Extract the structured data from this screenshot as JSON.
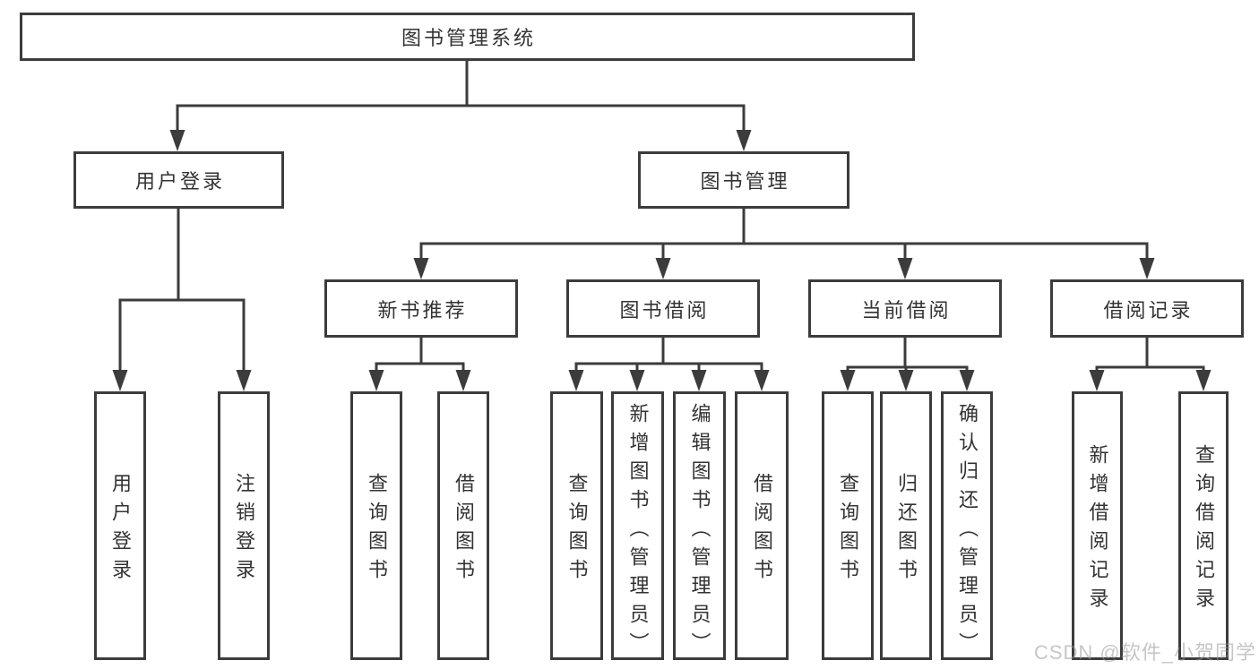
{
  "nodes": {
    "root": "图书管理系统",
    "user_login": "用户登录",
    "book_mgmt": "图书管理",
    "new_books": "新书推荐",
    "book_borrow": "图书借阅",
    "current_borrow": "当前借阅",
    "borrow_records": "借阅记录",
    "leaf_user_login": "用户登录",
    "leaf_logout": "注销登录",
    "leaf_nb_query": "查询图书",
    "leaf_nb_borrow": "借阅图书",
    "leaf_bb_query": "查询图书",
    "leaf_bb_add": "新增图书（管理员）",
    "leaf_bb_edit": "编辑图书（管理员）",
    "leaf_bb_borrow": "借阅图书",
    "leaf_cb_query": "查询图书",
    "leaf_cb_return": "归还图书",
    "leaf_cb_confirm": "确认归还（管理员）",
    "leaf_br_add": "新增借阅记录",
    "leaf_br_query": "查询借阅记录"
  },
  "hierarchy": {
    "图书管理系统": {
      "用户登录": [
        "用户登录",
        "注销登录"
      ],
      "图书管理": {
        "新书推荐": [
          "查询图书",
          "借阅图书"
        ],
        "图书借阅": [
          "查询图书",
          "新增图书（管理员）",
          "编辑图书（管理员）",
          "借阅图书"
        ],
        "当前借阅": [
          "查询图书",
          "归还图书",
          "确认归还（管理员）"
        ],
        "借阅记录": [
          "新增借阅记录",
          "查询借阅记录"
        ]
      }
    }
  },
  "watermark": "CSDN @软件_小贺同学",
  "colors": {
    "line": "#3c3c3c",
    "text": "#333333",
    "background": "#ffffff",
    "watermark": "#c4c4c4"
  }
}
